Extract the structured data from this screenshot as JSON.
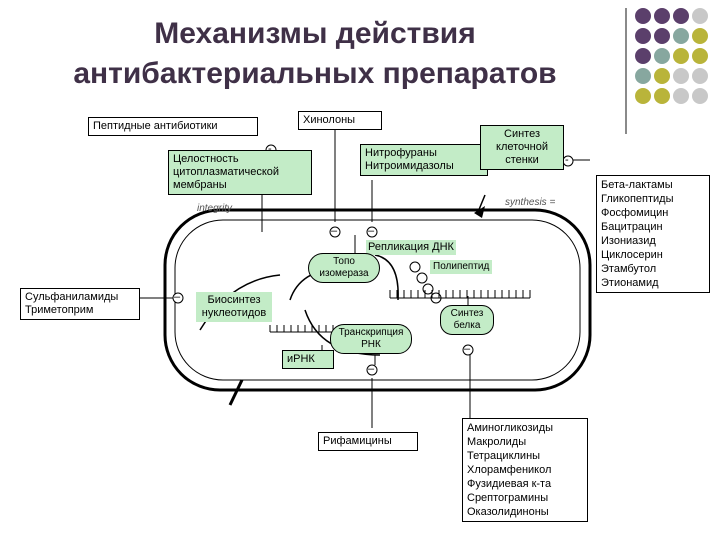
{
  "title": {
    "line1": "Механизмы действия",
    "line2": "антибактериальных препаратов"
  },
  "colors": {
    "title": "#3f3047",
    "dot_purple": "#5b3f6b",
    "dot_teal": "#87a79f",
    "dot_olive": "#b9b43a",
    "dot_gray": "#c8c8c8",
    "cell_fill": "#ffffff",
    "label_fill": "#c3ecc7"
  },
  "labels": {
    "peptide": "Пептидные антибиотики",
    "quinolones": "Хинолоны",
    "integrity": [
      "Целостность",
      "цитоплазматической",
      "мембраны"
    ],
    "integrity_hand": "integrity",
    "nitro": [
      "Нитрофураны",
      "Нитроимидазолы"
    ],
    "synthesis_wall": [
      "Синтез",
      "клеточной",
      "стенки"
    ],
    "synthesis_hand": "synthesis",
    "betalactams": [
      "Бета-лактамы",
      "Гликопептиды",
      "Фосфомицин",
      "Бацитрацин",
      "Изониазид",
      "Циклосерин",
      "Этамбутол",
      "Этионамид"
    ],
    "dna_replication": "Репликация ДНК",
    "topoisomerase": [
      "Топо",
      "изомераза"
    ],
    "polypeptide": "Полипептид",
    "sulfa": [
      "Сульфаниламиды",
      "Триметоприм"
    ],
    "nucleotide": [
      "Биосинтез",
      "нуклеотидов"
    ],
    "protein_synth": [
      "Синтез",
      "белка"
    ],
    "transcription": [
      "Транскрипция",
      "РНК"
    ],
    "mrna": "иРНК",
    "rifamycins": "Рифамицины",
    "aminoglycosides": [
      "Аминогликозиды",
      "Макролиды",
      "Тетрациклины",
      "Хлорамфеникол",
      "Фузидиевая к-та",
      "Срептограмины",
      "Оказолидиноны"
    ]
  },
  "signs": {
    "minus": "–",
    "plus": "-",
    "equals": "="
  }
}
